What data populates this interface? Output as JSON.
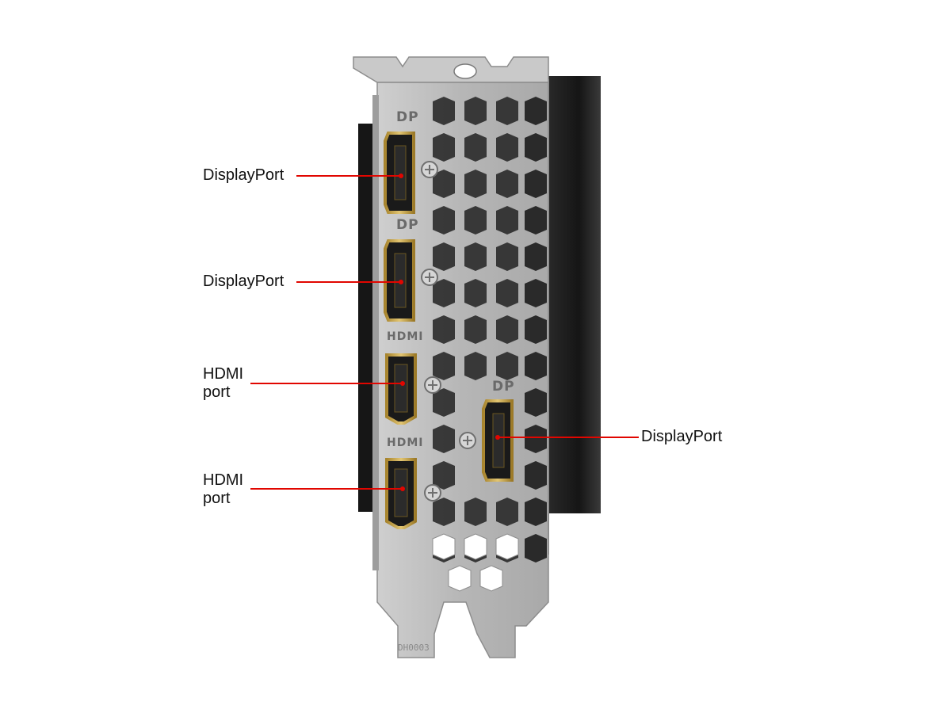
{
  "figure": {
    "subject": "GPU rear I/O bracket",
    "colors": {
      "callout_line": "#e10600",
      "callout_dot": "#e10600",
      "bracket": "#b9b9b9",
      "heatsink": "#1b1b1b",
      "port_housing": "#c8a24a"
    }
  },
  "bracket_prints": {
    "dp_1": "DP",
    "dp_2": "DP",
    "hdmi_1": "HDMI",
    "hdmi_2": "HDMI",
    "dp_3": "DP",
    "part_number": "DH0003"
  },
  "callouts": [
    {
      "id": "displayport-1",
      "label": "DisplayPort"
    },
    {
      "id": "displayport-2",
      "label": "DisplayPort"
    },
    {
      "id": "hdmi-port-1",
      "label": "HDMI\nport"
    },
    {
      "id": "hdmi-port-2",
      "label": "HDMI\nport"
    },
    {
      "id": "displayport-3",
      "label": "DisplayPort"
    }
  ]
}
